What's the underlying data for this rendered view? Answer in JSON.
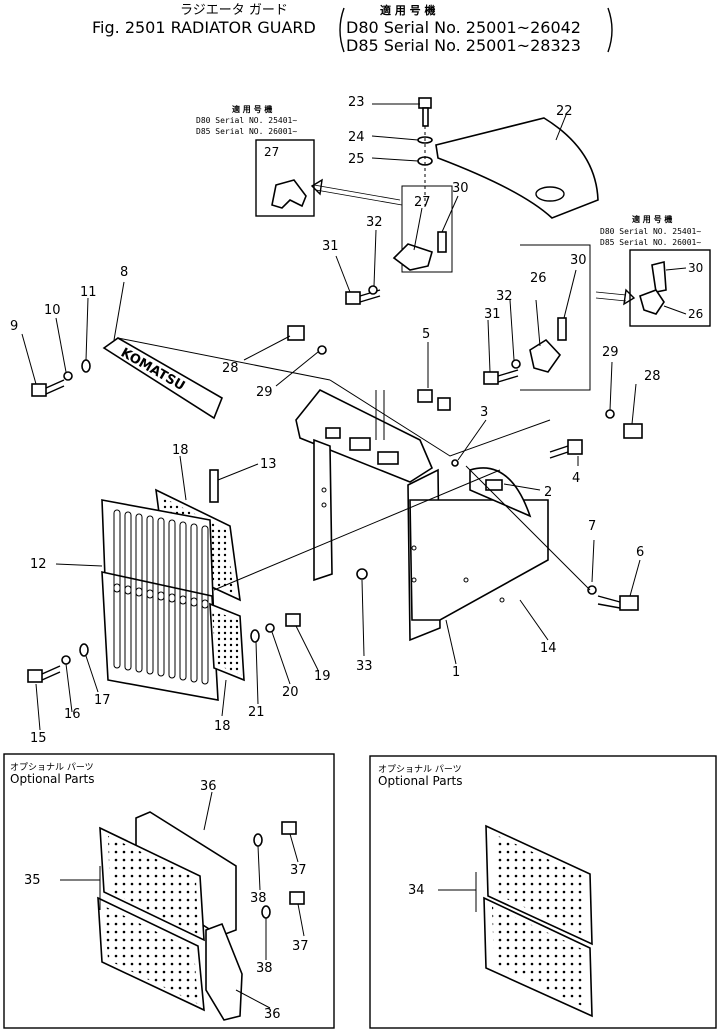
{
  "header": {
    "title_jp": "ラジエータ ガード",
    "title_en": "Fig. 2501 RADIATOR GUARD",
    "applicable_jp": "適 用 号 機",
    "serial_d80": "D80 Serial No. 25001~26042",
    "serial_d85": "D85 Serial No. 25001~28323"
  },
  "left_inset": {
    "heading_jp": "適 用 号 機",
    "d80": "D80 Serial NO. 25401~",
    "d85": "D85 Serial NO. 26001~",
    "callout": "27"
  },
  "right_inset": {
    "heading_jp": "適 用 号 機",
    "d80": "D80 Serial NO. 25401~",
    "d85": "D85 Serial NO. 26001~",
    "callout_a": "30",
    "callout_b": "26"
  },
  "badge_text": "KOMATSU",
  "labels": {
    "n1": "1",
    "n2": "2",
    "n3": "3",
    "n4": "4",
    "n5": "5",
    "n6": "6",
    "n7": "7",
    "n8": "8",
    "n9": "9",
    "n10": "10",
    "n11": "11",
    "n12": "12",
    "n13": "13",
    "n14": "14",
    "n15": "15",
    "n16": "16",
    "n17": "17",
    "n18a": "18",
    "n18b": "18",
    "n19": "19",
    "n20": "20",
    "n21": "21",
    "n22": "22",
    "n23": "23",
    "n24": "24",
    "n25": "25",
    "n26": "26",
    "n27": "27",
    "n28a": "28",
    "n28b": "28",
    "n29a": "29",
    "n29b": "29",
    "n30": "30",
    "n30b": "30",
    "n31a": "31",
    "n31b": "31",
    "n32a": "32",
    "n32b": "32",
    "n33": "33"
  },
  "optional_left": {
    "heading_jp": "オプショナル パーツ",
    "heading_en": "Optional Parts",
    "n35": "35",
    "n36a": "36",
    "n36b": "36",
    "n37a": "37",
    "n37b": "37",
    "n38a": "38",
    "n38b": "38"
  },
  "optional_right": {
    "heading_jp": "オプショナル パーツ",
    "heading_en": "Optional Parts",
    "n34": "34"
  }
}
